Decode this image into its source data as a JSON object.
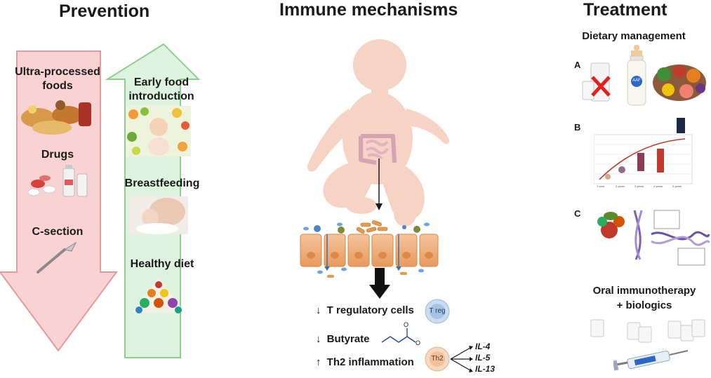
{
  "columns": {
    "prevention": "Prevention",
    "immune": "Immune mechanisms",
    "treatment": "Treatment"
  },
  "prevention": {
    "risk_items": [
      "Ultra-processed foods",
      "Drugs",
      "C-section"
    ],
    "protective_items": [
      "Early food introduction",
      "Breastfeeding",
      "Healthy diet"
    ],
    "colors": {
      "risk_fill": "#f9d3d3",
      "risk_stroke": "#e39a9a",
      "protect_fill": "#def3df",
      "protect_stroke": "#8fce8f"
    }
  },
  "mechanisms": {
    "items": [
      {
        "arrow": "↓",
        "label": "T regulatory cells"
      },
      {
        "arrow": "↓",
        "label": "Butyrate"
      },
      {
        "arrow": "↑",
        "label": "Th2 inflammation"
      }
    ],
    "treg_badge": "T reg",
    "th2_badge": "Th2",
    "butyrate_o1": "O",
    "butyrate_o2": "O",
    "interleukins": [
      "IL-4",
      "IL-5",
      "IL-13"
    ]
  },
  "treatment": {
    "dietary": "Dietary management",
    "letters": [
      "A",
      "B",
      "C"
    ],
    "aaf_label": "AAF",
    "growth_ticks": [
      "1 year",
      "2 years",
      "3 years",
      "4 years",
      "5 years"
    ],
    "oit_line1": "Oral immunotherapy",
    "oit_line2": "+ biologics"
  }
}
